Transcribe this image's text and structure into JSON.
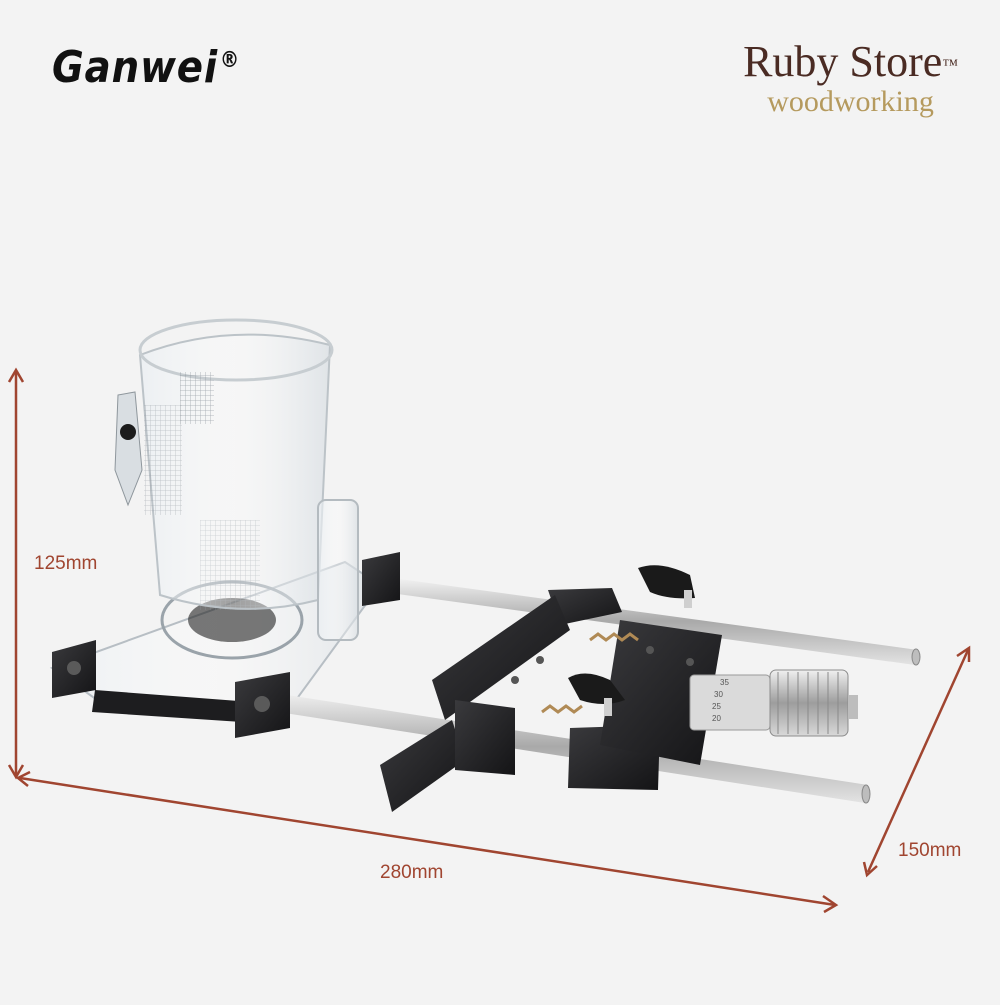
{
  "brand": {
    "left_name": "Ganwei",
    "left_mark": "®",
    "store_name": "Ruby Store",
    "store_mark": "™",
    "store_sub": "woodworking"
  },
  "dimensions": {
    "height": "125mm",
    "length": "280mm",
    "width": "150mm"
  },
  "colors": {
    "background": "#f3f3f3",
    "dimension_lines": "#a04530",
    "metal_dark": "#2a2a2c",
    "rods": "#c9c9c9",
    "store_brown": "#4a2b23",
    "store_gold": "#b59a5e"
  }
}
